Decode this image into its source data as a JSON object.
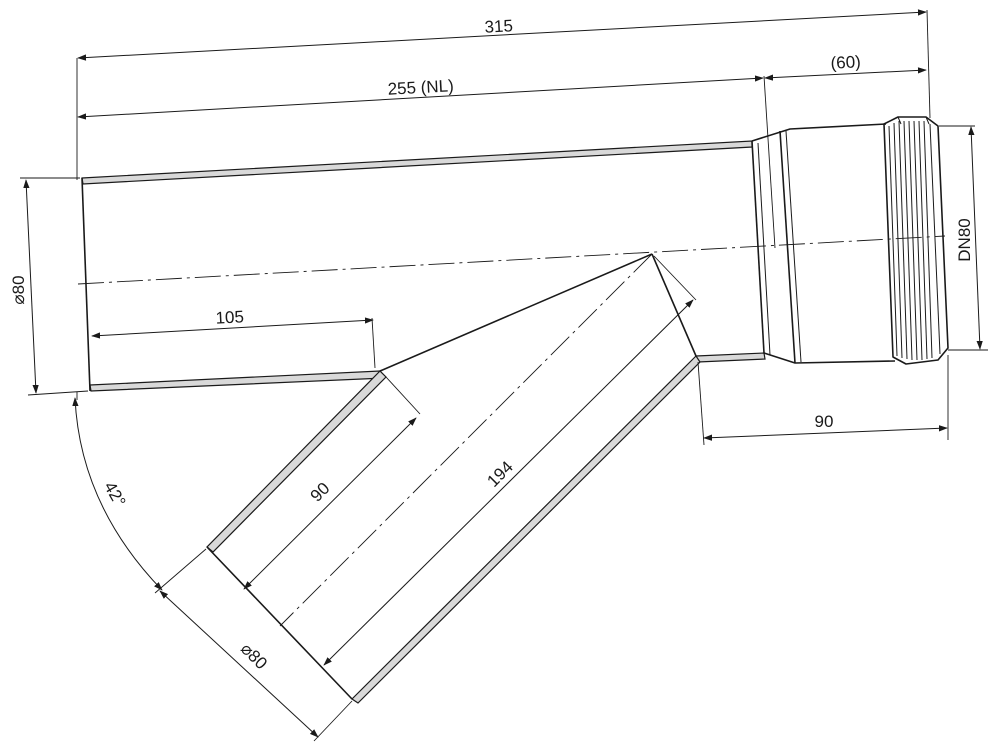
{
  "dimensions": {
    "overall_length": "315",
    "nominal_length": "255 (NL)",
    "socket_depth": "(60)",
    "branch_offset": "105",
    "socket_outer": "90",
    "nominal_size": "DN80",
    "main_diameter": "⌀80",
    "branch_length": "194",
    "branch_inner": "90",
    "branch_diameter": "⌀80",
    "branch_angle": "42°"
  },
  "colors": {
    "line": "#1a1a1a",
    "wall_fill": "#d9d9d9",
    "background": "#ffffff"
  }
}
